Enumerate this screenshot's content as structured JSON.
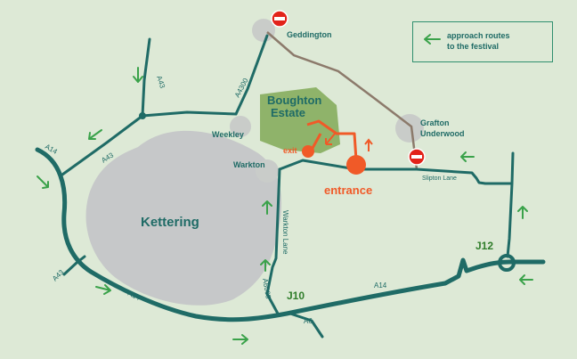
{
  "legend": {
    "line1": "approach routes",
    "line2": "to the festival",
    "icon": "green-arrow-icon"
  },
  "places": {
    "geddington": "Geddington",
    "estate_line1": "Boughton",
    "estate_line2": "Estate",
    "weekley": "Weekley",
    "warkton": "Warkton",
    "grafton_line1": "Grafton",
    "grafton_line2": "Underwood",
    "kettering": "Kettering"
  },
  "roads": {
    "a43_top": "A43",
    "a4300": "A4300",
    "a43_mid": "A43",
    "a14_left": "A14",
    "a43_bottom": "A43",
    "a14_bottom": "A14",
    "warkton_lane": "Warkton Lane",
    "a6003": "A6003",
    "a6": "A6",
    "a14_right": "A14",
    "slipton_lane": "Slipton Lane"
  },
  "junctions": {
    "j10": "J10",
    "j12": "J12"
  },
  "festival": {
    "exit": "exit",
    "entrance": "entrance"
  },
  "colors": {
    "background": "#dde9d6",
    "road": "#1f6b66",
    "minor_road": "#8c7a6b",
    "town": "#c6c8c9",
    "estate": "#8fb36a",
    "festival": "#f05a28",
    "arrow": "#3aa24a",
    "no_entry": "#e2231a"
  }
}
